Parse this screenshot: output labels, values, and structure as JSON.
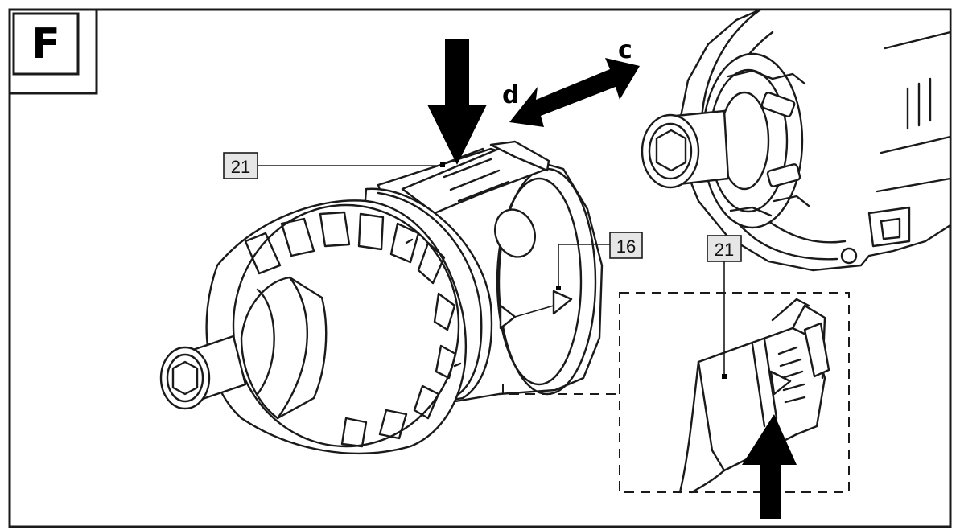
{
  "figure": {
    "label": "F",
    "direction_labels": {
      "c": "c",
      "d": "d"
    },
    "callouts": [
      {
        "id": "callout-21-main",
        "text": "21"
      },
      {
        "id": "callout-16",
        "text": "16"
      },
      {
        "id": "callout-21-detail",
        "text": "21"
      }
    ]
  }
}
